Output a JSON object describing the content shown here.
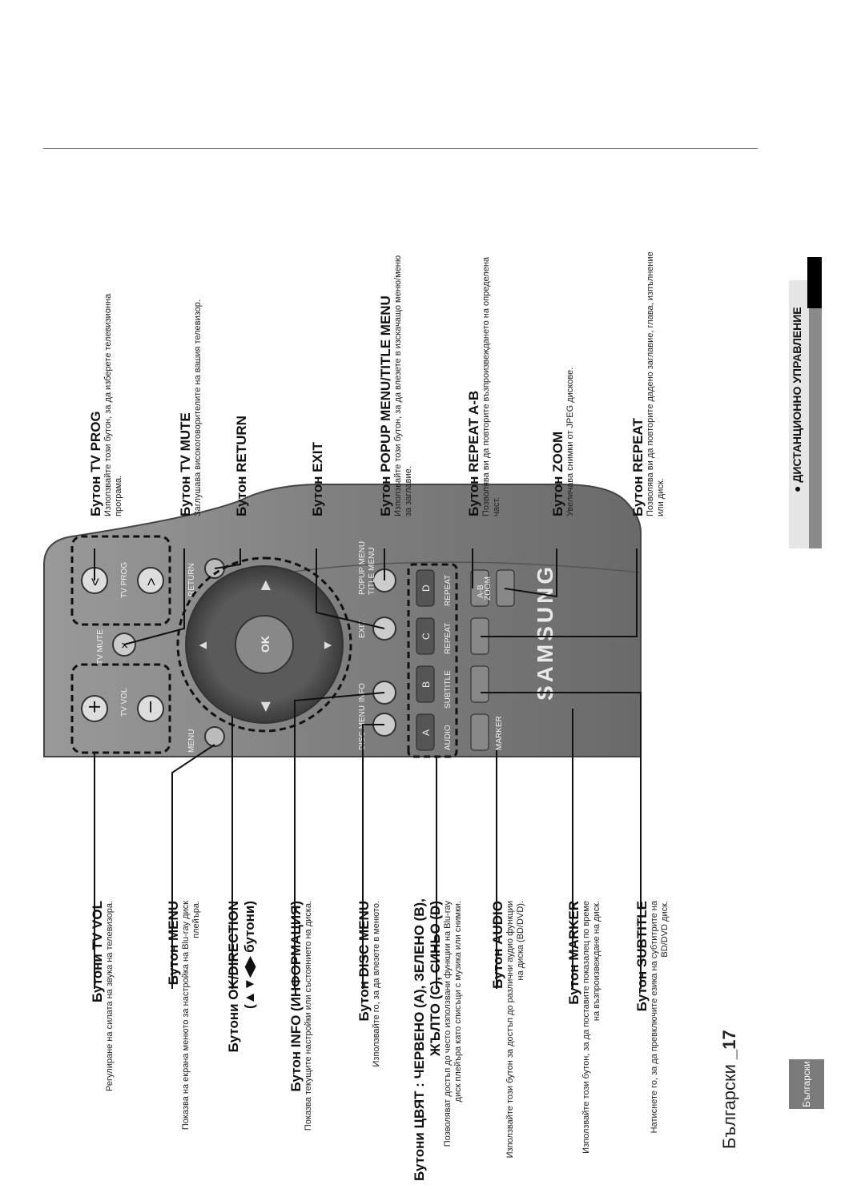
{
  "section": {
    "bullet": "●",
    "title": "ДИСТАНЦИОННО УПРАВЛЕНИЕ"
  },
  "language_tab": "Български",
  "footer": {
    "lang": "Български ",
    "page": "_17"
  },
  "left_callouts": [
    {
      "title": "Бутони TV VOL",
      "desc": [
        "Регулиране на силата на звука на телевизора."
      ]
    },
    {
      "title": "Бутон MENU",
      "desc": [
        "Показва на екрана менюто за настройка на Blu-ray диск",
        "плейъра."
      ]
    },
    {
      "title": "Бутони OK/DIRECTION",
      "title2": "(▲▼◀▶ бутони)",
      "desc": []
    },
    {
      "title": "Бутон INFO (ИНФОРМАЦИЯ)",
      "desc": [
        "Показва текущите настройки или състоянието на диска."
      ]
    },
    {
      "title": "Бутон DISC MENU",
      "desc": [
        "Използвайте го, за да влезете в менюто."
      ]
    },
    {
      "title": "Бутони ЦВЯТ : ЧЕРВЕНО (A), ЗЕЛЕНО (B),",
      "title2": "ЖЪЛТО (C), СИНЬО (D)",
      "desc": [
        "Позволяват достъп до често използвани функции на Blu-ray",
        "диск плейъра като списъци с музика или снимки."
      ]
    },
    {
      "title": "Бутон AUDIO",
      "desc": [
        "Използвайте този бутон за достъп до различни аудио функции",
        "на диска (BD/DVD)."
      ]
    },
    {
      "title": "Бутон MARKER",
      "desc": [
        "Използвайте този бутон, за да поставите показалец по време",
        "на възпроизвеждане на диск."
      ]
    },
    {
      "title": "Бутон SUBTITLE",
      "desc": [
        "Натиснете го, за да превключите езика на субтитрите на",
        "BD/DVD диск."
      ]
    }
  ],
  "right_callouts": [
    {
      "title": "Бутон TV PROG",
      "desc": [
        "Използвайте този бутон, за да изберете телевизионна",
        "програма."
      ]
    },
    {
      "title": "Бутон TV MUTE",
      "desc": [
        "Заглушава високоговорителите на вашия телевизор."
      ]
    },
    {
      "title": "Бутон RETURN",
      "desc": []
    },
    {
      "title": "Бутон EXIT",
      "desc": []
    },
    {
      "title": "Бутон POPUP MENU/TITLE MENU",
      "desc": [
        "Използвайте този бутон, за да влезете в изскачащо меню/меню",
        "за заглавие."
      ]
    },
    {
      "title": "Бутон REPEAT A-B",
      "desc": [
        "Позволява ви да повторите възпроизвеждането на определена",
        "част."
      ]
    },
    {
      "title": "Бутон ZOOM",
      "desc": [
        "Увеличава снимки от JPEG дискове."
      ]
    },
    {
      "title": "Бутон REPEAT",
      "desc": [
        "Позволява ви да повторите дадено заглавие, глава, изпълнение",
        "или диск."
      ]
    }
  ],
  "remote": {
    "brand": "SAMSUNG",
    "labels": {
      "menu": "MENU",
      "tv_vol": "TV VOL",
      "tv_mute": "TV MUTE",
      "tv_prog": "TV PROG",
      "return": "RETURN",
      "ok": "OK",
      "info": "INFO",
      "exit": "EXIT",
      "disc_menu": "DISC MENU",
      "popup_menu": "POPUP MENU",
      "title_menu": "TITLE MENU",
      "audio": "AUDIO",
      "subtitle": "SUBTITLE",
      "repeat": "REPEAT",
      "repeat2": "REPEAT",
      "marker": "MARKER",
      "zoom": "ZOOM",
      "a": "A",
      "b": "B",
      "c": "C",
      "d": "D",
      "ab": "A-B"
    }
  }
}
